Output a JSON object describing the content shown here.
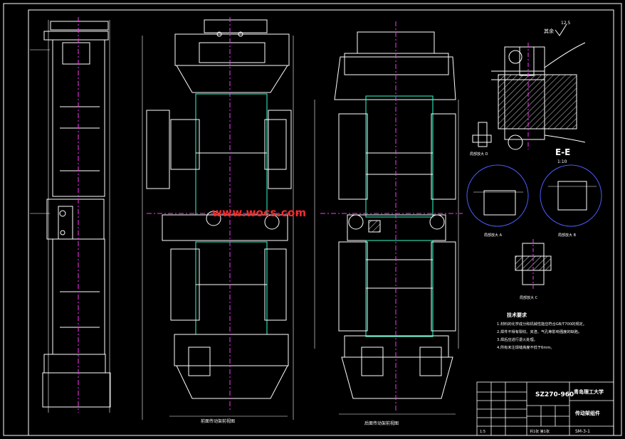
{
  "drawing": {
    "watermark": "www.wocs.com",
    "section_label": "E-E",
    "section_scale": "1:10",
    "roughness_value": "12.5",
    "roughness_label": "其余",
    "view_captions": {
      "front": "前面传动架前视图",
      "rear": "后面传动架前视图",
      "detail_a": "局部放大 A",
      "detail_b": "局部放大 B",
      "detail_c": "局部放大 C",
      "detail_d": "局部放大 D"
    },
    "tech_requirements": {
      "title": "技术要求",
      "items": [
        "1.材料的化学成分和机械性能应符合GB/T700的规定。",
        "2.焊件不得有裂纹、夹渣、气孔等影响强度的缺陷。",
        "3.焊后应进行退火处理。",
        "4.所有未注焊缝高度不低于6mm。"
      ]
    },
    "title_block": {
      "model": "SZ270-960",
      "school": "青岛理工大学",
      "part_name": "传动架组件",
      "drawing_no": "SM-3-1",
      "sheet": "共1张 第1张",
      "scale": "1:5"
    }
  },
  "colors": {
    "background": "#000000",
    "outline": "#ffffff",
    "centerline": "#ff33ff",
    "profile": "#33ffcc",
    "detail_circle": "#4d5cff",
    "watermark": "#ff2a2a",
    "hatch": "#dddddd"
  }
}
